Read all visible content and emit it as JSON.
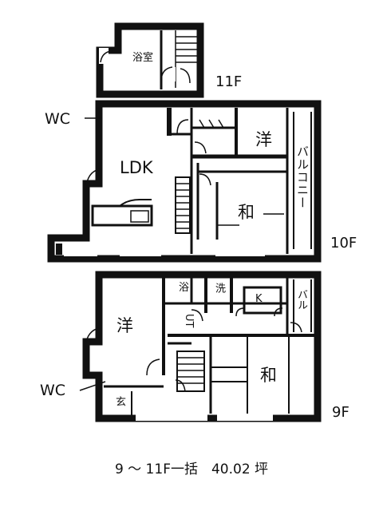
{
  "floors": {
    "f11": {
      "floor_label": "11F",
      "rooms": {
        "bath": "浴室"
      }
    },
    "f10": {
      "floor_label": "10F",
      "rooms": {
        "wc": "WC",
        "ldk": "LDK",
        "western": "洋",
        "japanese": "和",
        "balcony": "バルコニー"
      }
    },
    "f9": {
      "floor_label": "9F",
      "rooms": {
        "western": "洋",
        "bath": "浴",
        "washroom": "洗",
        "kitchen": "K",
        "ut": "UT",
        "balcony": "バル",
        "japanese": "和",
        "wc": "WC",
        "entrance": "玄"
      }
    }
  },
  "caption": {
    "text": "9 ～ 11F一括　40.02 坪"
  }
}
